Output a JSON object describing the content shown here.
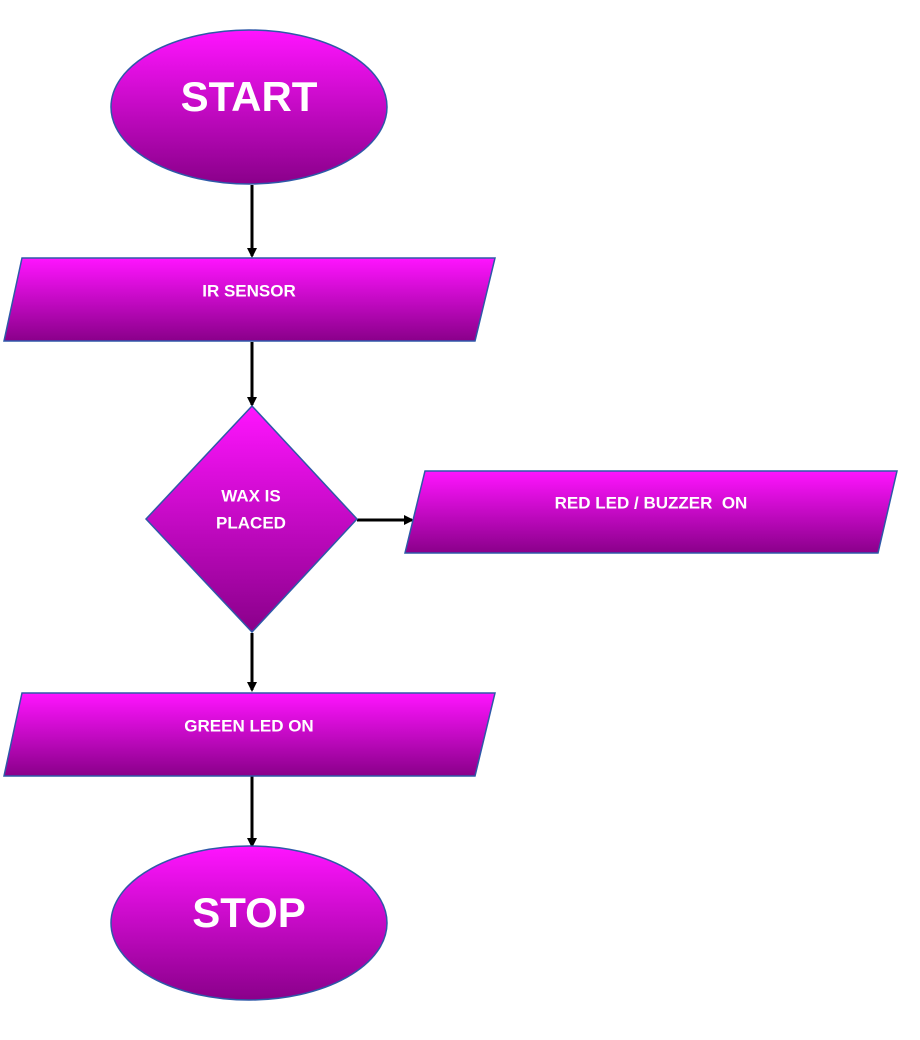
{
  "diagram": {
    "colors": {
      "fill_top": "#ff14ff",
      "fill_bottom": "#8a008a",
      "stroke": "#2e58a8",
      "arrow": "#000000",
      "text": "#ffffff"
    },
    "nodes": {
      "start": {
        "shape": "ellipse",
        "label": "START"
      },
      "ir_sensor": {
        "shape": "parallelogram",
        "label": "IR SENSOR"
      },
      "decision": {
        "shape": "diamond",
        "label_line1": "WAX IS",
        "label_line2": "PLACED"
      },
      "red_led": {
        "shape": "parallelogram",
        "label": "RED LED / BUZZER  ON"
      },
      "green_led": {
        "shape": "parallelogram",
        "label": "GREEN LED ON"
      },
      "stop": {
        "shape": "ellipse",
        "label": "STOP"
      }
    },
    "edges": [
      {
        "from": "start",
        "to": "ir_sensor"
      },
      {
        "from": "ir_sensor",
        "to": "decision"
      },
      {
        "from": "decision",
        "to": "red_led"
      },
      {
        "from": "decision",
        "to": "green_led"
      },
      {
        "from": "green_led",
        "to": "stop"
      }
    ]
  }
}
